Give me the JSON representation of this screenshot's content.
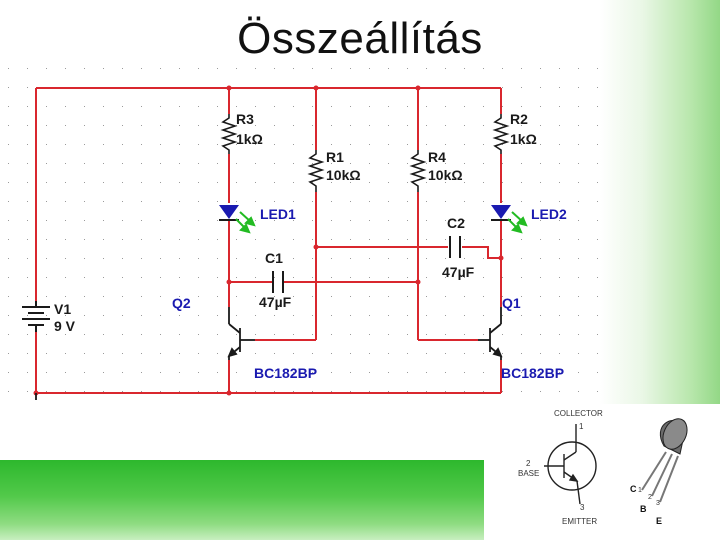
{
  "title": "Összeállítás",
  "colors": {
    "wire": "#d9272e",
    "dark_wire": "#1a1a1a",
    "label_blue": "#1a1ab0",
    "arrow_green": "#22bb22",
    "grid_dot": "#9a9a9a",
    "band_green": "#2db82d"
  },
  "schematic": {
    "r3": {
      "name": "R3",
      "value": "1kΩ"
    },
    "r1": {
      "name": "R1",
      "value": "10kΩ"
    },
    "r4": {
      "name": "R4",
      "value": "10kΩ"
    },
    "r2": {
      "name": "R2",
      "value": "1kΩ"
    },
    "led1": {
      "name": "LED1"
    },
    "led2": {
      "name": "LED2"
    },
    "c1": {
      "name": "C1",
      "value": "47µF"
    },
    "c2": {
      "name": "C2",
      "value": "47µF"
    },
    "q2": {
      "name": "Q2",
      "part": "BC182BP"
    },
    "q1": {
      "name": "Q1",
      "part": "BC182BP"
    },
    "v1": {
      "name": "V1",
      "value": "9 V"
    }
  },
  "pinout": {
    "collector_label": "COLLECTOR",
    "collector_pin": "1",
    "base_label": "BASE",
    "base_pin": "2",
    "emitter_label": "EMITTER",
    "emitter_pin": "3",
    "package_c": "C",
    "package_b": "B",
    "package_e": "E",
    "package_pin1": "1",
    "package_pin2": "2",
    "package_pin3": "3"
  }
}
